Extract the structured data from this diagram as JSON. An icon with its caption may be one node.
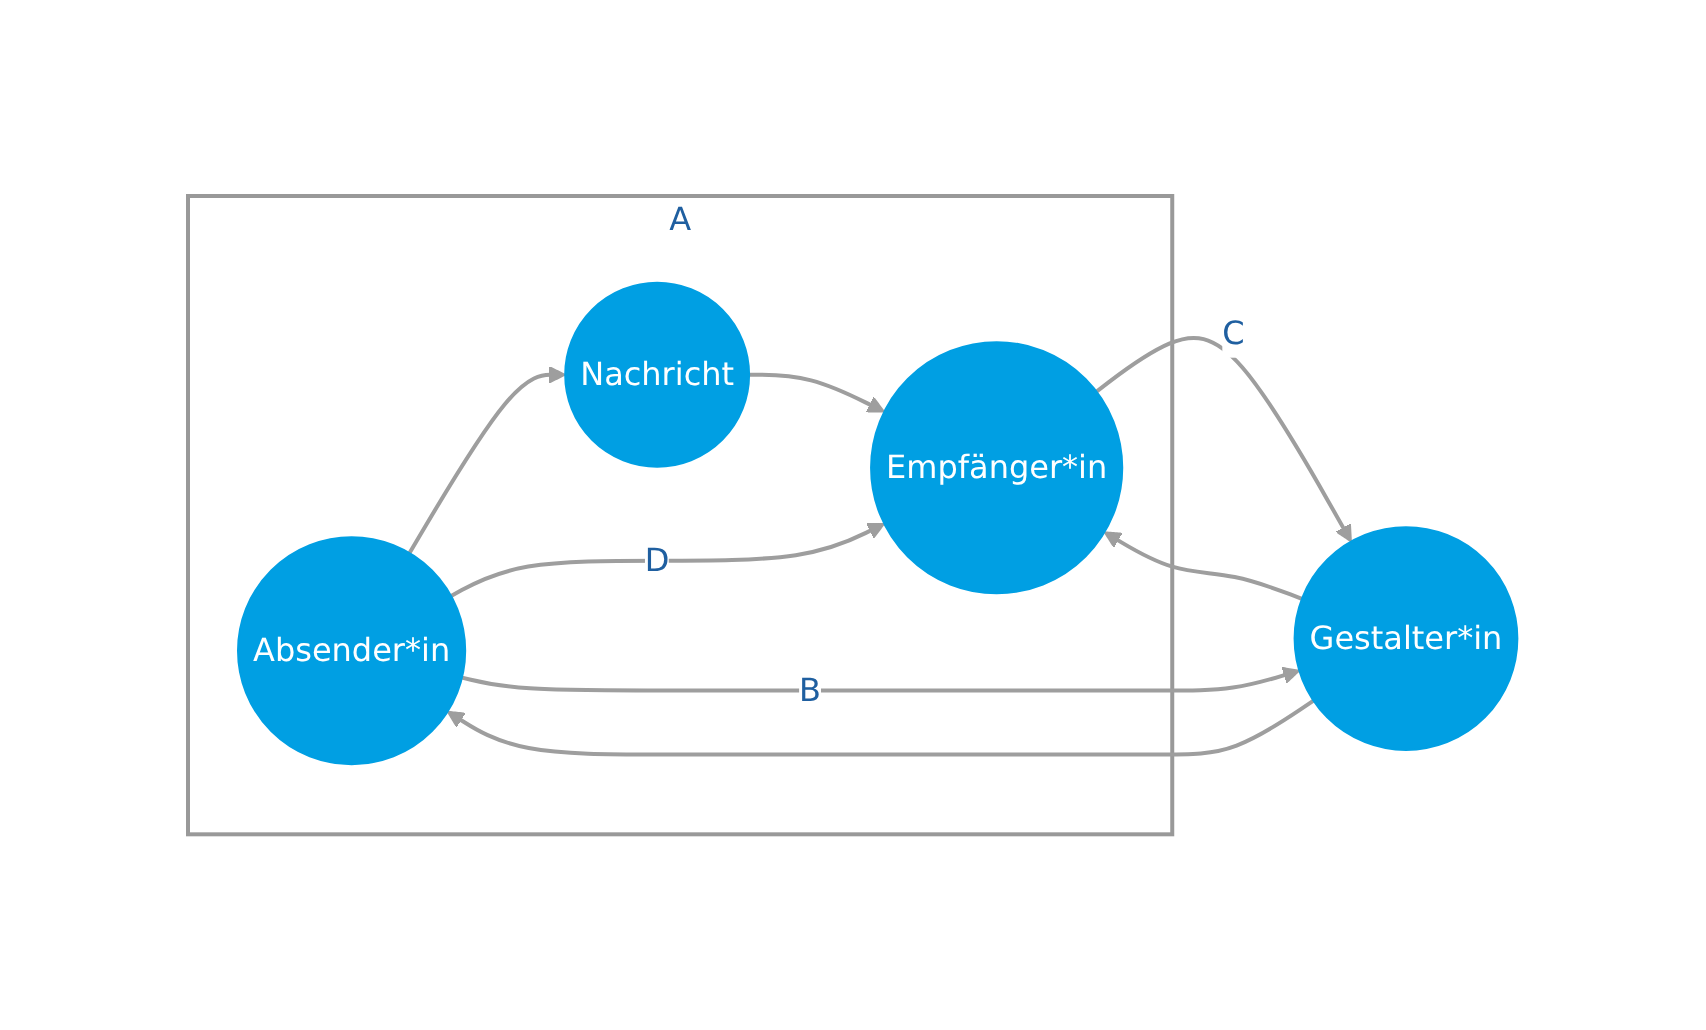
{
  "diagram": {
    "nodes": [
      {
        "text": [
          "A"
        ]
      },
      {
        "text": [
          "Absender*in"
        ],
        "in": 0
      },
      {
        "text": [
          "Nachricht"
        ],
        "in": 0
      },
      {
        "text": [
          "Empfänger*in"
        ],
        "in": 0
      },
      {
        "text": [
          "Gestalter*in"
        ]
      }
    ],
    "edges": [
      {
        "from": 1,
        "to": 2,
        "arrow": "to"
      },
      {
        "from": 2,
        "to": 3,
        "arrow": "to"
      },
      {
        "from": 1,
        "to": 3,
        "arrow": "to",
        "label": "D"
      },
      {
        "from": 1,
        "to": 4,
        "arrow": "to",
        "label": "B"
      },
      {
        "from": 4,
        "to": 1,
        "arrow": "to"
      },
      {
        "from": 3,
        "to": 4,
        "arrow": "to",
        "label": "C"
      },
      {
        "from": 4,
        "to": 3,
        "arrow": "to"
      }
    ]
  }
}
